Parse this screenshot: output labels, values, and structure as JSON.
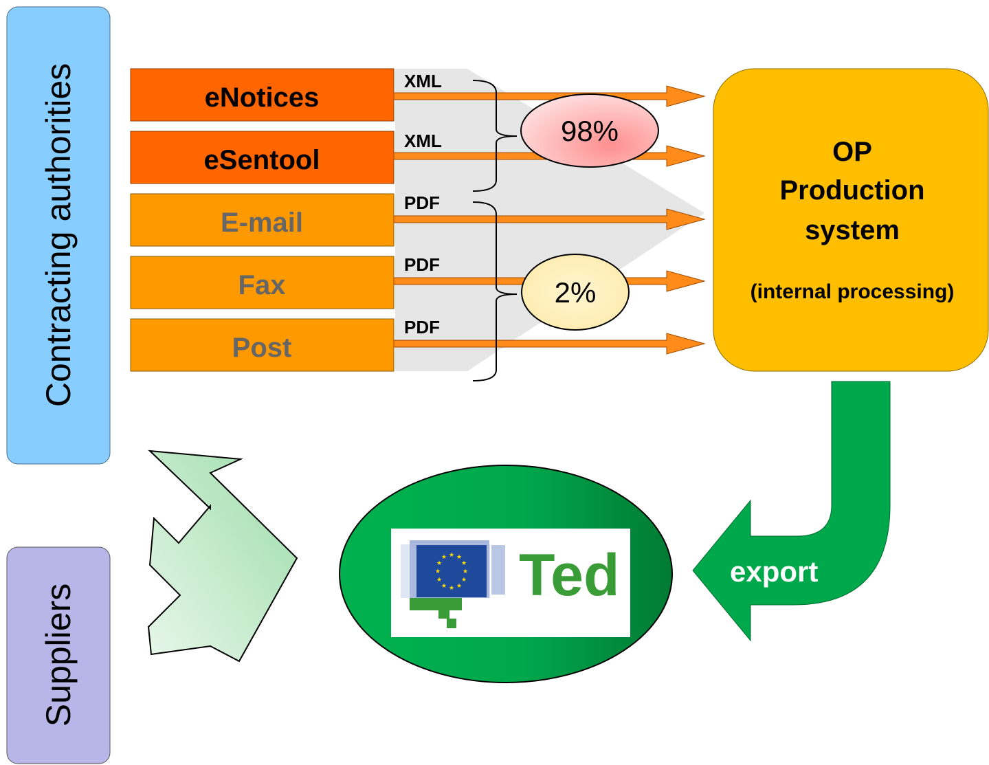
{
  "side_labels": {
    "contracting": "Contracting authorities",
    "suppliers": "Suppliers"
  },
  "channels": [
    {
      "name": "eNotices",
      "format": "XML"
    },
    {
      "name": "eSentool",
      "format": "XML"
    },
    {
      "name": "E-mail",
      "format": "PDF"
    },
    {
      "name": "Fax",
      "format": "PDF"
    },
    {
      "name": "Post",
      "format": "PDF"
    }
  ],
  "shares": {
    "electronic": "98%",
    "paper": "2%"
  },
  "op_system": {
    "line1": "OP",
    "line2": "Production",
    "line3": "system",
    "note": "(internal processing)"
  },
  "export_label": "export",
  "ted": {
    "logo_text": "Ted",
    "icon": "eu-flag-speech-bubble-icon"
  },
  "colors": {
    "electronic_box": "#ff6600",
    "paper_box": "#ff9900",
    "paper_text": "#666666",
    "op_box": "#ffbf00",
    "contracting_panel": "#87cdfd",
    "suppliers_panel": "#b8b6e8",
    "green_arrow": "#00a84c",
    "ted_green": "#3a9c36",
    "eu_blue": "#1f4a9c"
  }
}
